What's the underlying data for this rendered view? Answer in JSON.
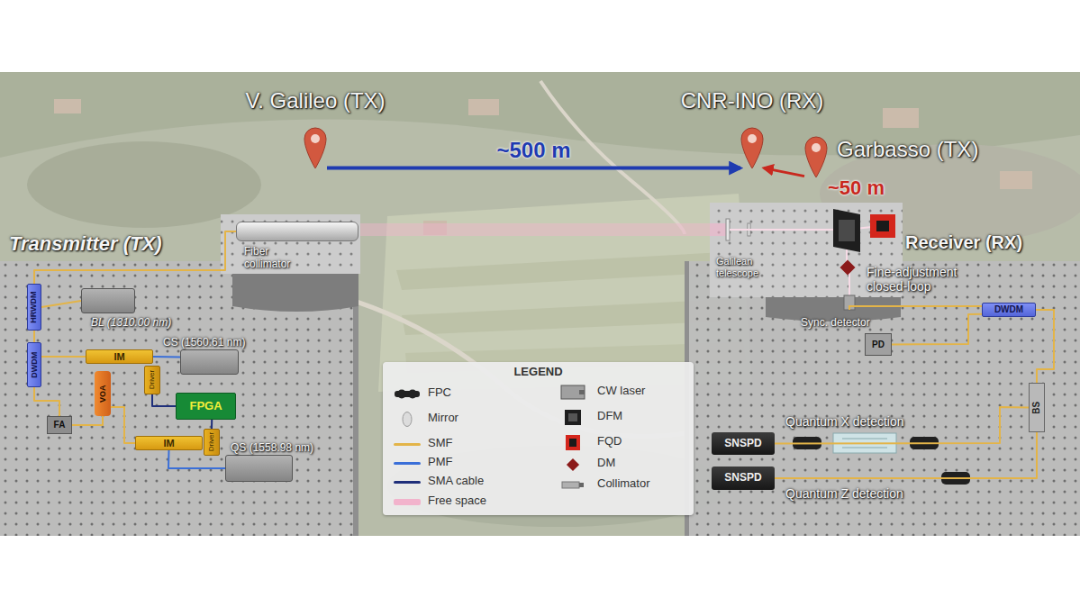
{
  "diagram": {
    "nodes": [
      {
        "text": [
          "Transmitter (TX)"
        ]
      },
      {
        "text": [
          "Receiver (RX)"
        ]
      },
      {
        "text": [
          "V. Galileo (TX)"
        ]
      },
      {
        "text": [
          "CNR-INO (RX)"
        ]
      },
      {
        "text": [
          "Garbasso (TX)"
        ]
      },
      {
        "text": [
          "Fiber collimator"
        ],
        "in": 0
      },
      {
        "text": [
          "BL (1310.00 nm)"
        ],
        "in": 0
      },
      {
        "text": [
          "HRWDM"
        ],
        "in": 0
      },
      {
        "text": [
          "CS (1560.61 nm)"
        ],
        "in": 0
      },
      {
        "text": [
          "IM"
        ],
        "in": 0
      },
      {
        "text": [
          "Driver"
        ],
        "in": 0
      },
      {
        "text": [
          "FPGA"
        ],
        "in": 0
      },
      {
        "text": [
          "DWDM"
        ],
        "in": 0
      },
      {
        "text": [
          "VOA"
        ],
        "in": 0
      },
      {
        "text": [
          "FA"
        ],
        "in": 0
      },
      {
        "text": [
          "IM"
        ],
        "in": 0
      },
      {
        "text": [
          "Driver"
        ],
        "in": 0
      },
      {
        "text": [
          "QS (1558.98 nm)"
        ],
        "in": 0
      },
      {
        "text": [
          "Sync. detector",
          "PD"
        ],
        "in": 1
      },
      {
        "text": [
          "DWDM"
        ],
        "in": 1
      },
      {
        "text": [
          "BS"
        ],
        "in": 1
      },
      {
        "text": [
          "SNSPD"
        ],
        "in": 1
      },
      {
        "text": [
          "SNSPD"
        ],
        "in": 1
      }
    ],
    "edges": [
      {
        "from": 2,
        "to": 3,
        "label": "~500 m",
        "arrow": "to"
      },
      {
        "from": 4,
        "to": 3,
        "label": "~50 m",
        "arrow": "to"
      },
      {
        "from": 6,
        "to": 7,
        "arrow": "none"
      },
      {
        "from": 7,
        "to": 5,
        "arrow": "none"
      },
      {
        "from": 12,
        "to": 7,
        "arrow": "none"
      },
      {
        "from": 8,
        "to": 9,
        "arrow": "none"
      },
      {
        "from": 9,
        "to": 12,
        "arrow": "none"
      },
      {
        "from": 17,
        "to": 15,
        "arrow": "none"
      },
      {
        "from": 15,
        "to": 13,
        "arrow": "none"
      },
      {
        "from": 13,
        "to": 14,
        "arrow": "none"
      },
      {
        "from": 14,
        "to": 12,
        "arrow": "none"
      },
      {
        "from": 10,
        "to": 11,
        "arrow": "none"
      },
      {
        "from": 16,
        "to": 11,
        "arrow": "none"
      },
      {
        "from": 19,
        "to": 18,
        "arrow": "none"
      },
      {
        "from": 19,
        "to": 20,
        "arrow": "none"
      },
      {
        "from": 20,
        "to": 21,
        "arrow": "none"
      },
      {
        "from": 20,
        "to": 22,
        "arrow": "none"
      }
    ],
    "labels": [
      "Galilean telescope",
      "Fine-adjustment closed-loop",
      "Quantum X detection",
      "Quantum Z detection",
      "LEGEND"
    ],
    "legend": [
      {
        "text": "FPC"
      },
      {
        "text": "CW laser"
      },
      {
        "text": "Mirror"
      },
      {
        "text": "DFM"
      },
      {
        "text": "SMF",
        "color": "#e3b448"
      },
      {
        "text": "FQD"
      },
      {
        "text": "PMF",
        "color": "#3a6fd8"
      },
      {
        "text": "DM"
      },
      {
        "text": "SMA cable",
        "color": "#1f2f7a"
      },
      {
        "text": "Collimator"
      },
      {
        "text": "Free space",
        "color": "#f2b3cc"
      }
    ]
  }
}
